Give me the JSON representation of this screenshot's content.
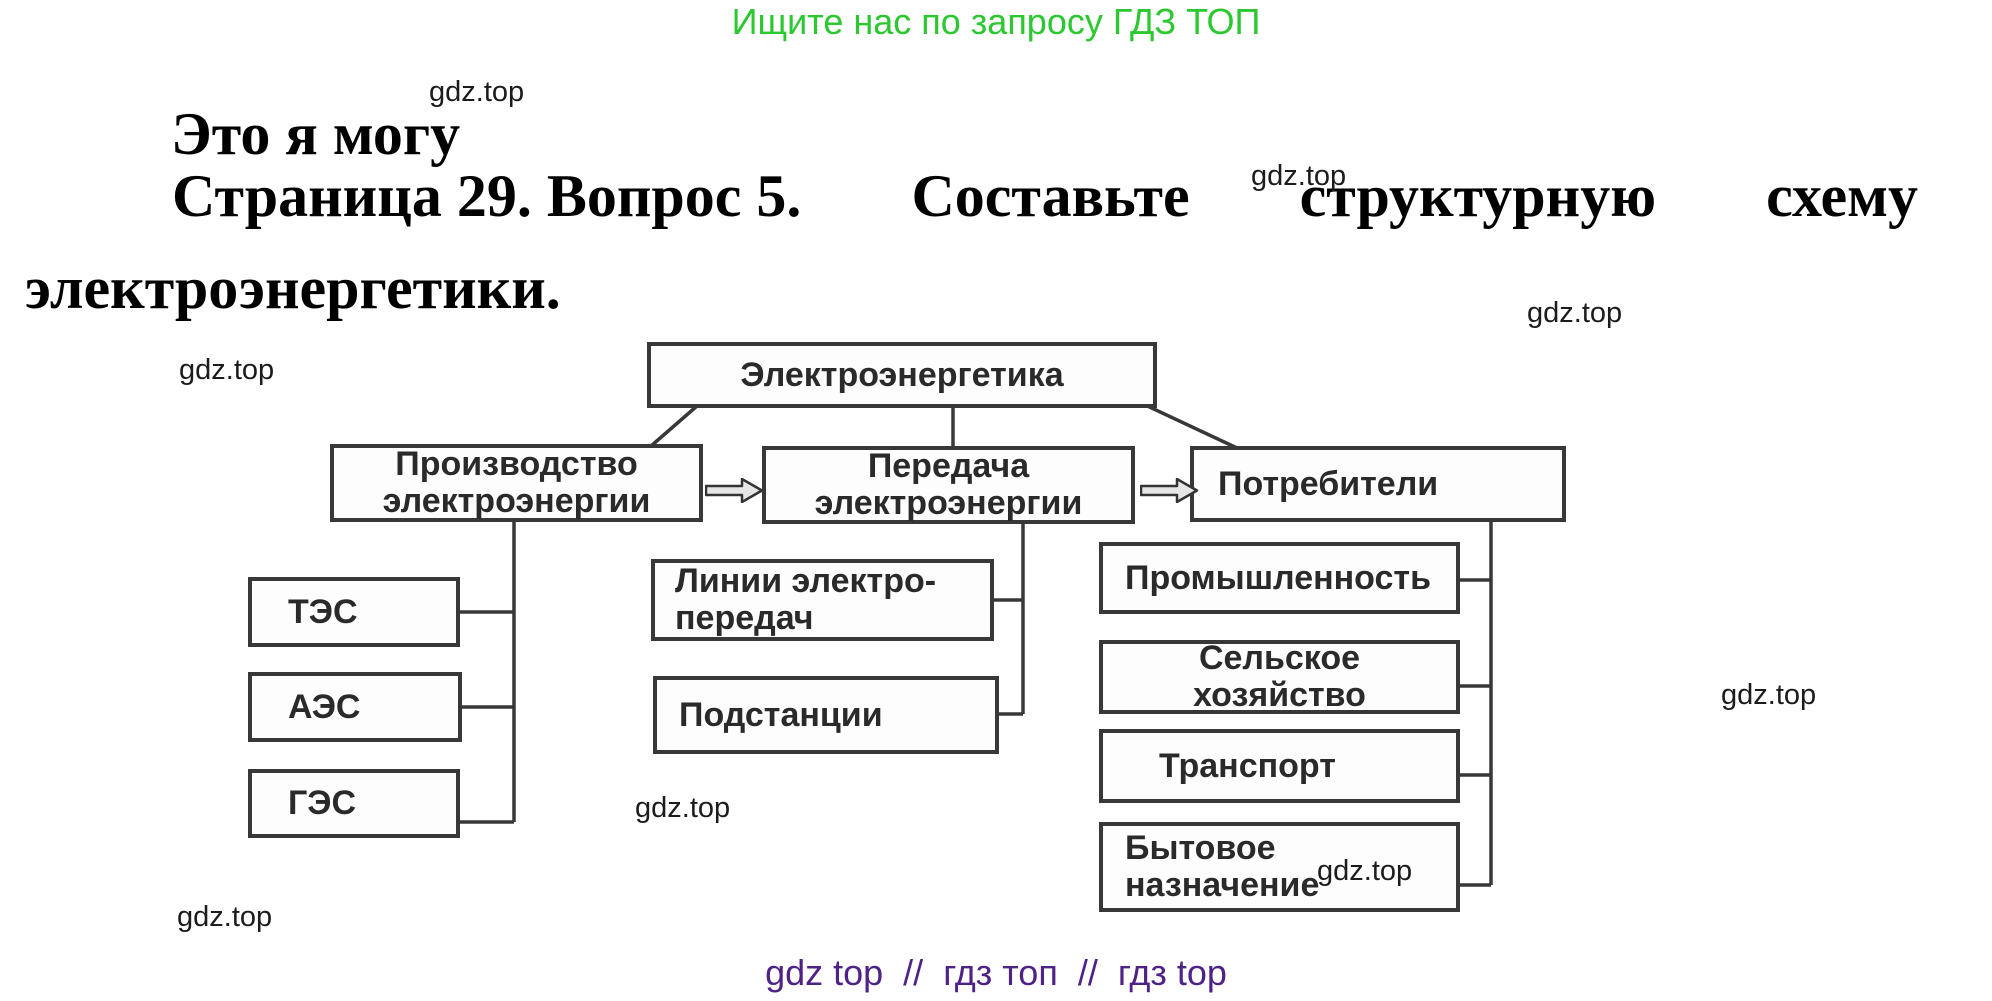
{
  "promo": {
    "text": "Ищите нас по запросу ГДЗ ТОП"
  },
  "watermark": {
    "text": "gdz.top"
  },
  "heading": {
    "text": "Это я могу"
  },
  "question": {
    "segments": [
      "Страница 29. Вопрос 5.",
      "Составьте",
      "структурную",
      "схему"
    ],
    "line2": "электроэнергетики."
  },
  "diagram": {
    "root": {
      "label": "Электроэнергетика"
    },
    "production": {
      "label": "Производство\nэлектроэнергии",
      "children": [
        {
          "label": "ТЭС"
        },
        {
          "label": "АЭС"
        },
        {
          "label": "ГЭС"
        }
      ]
    },
    "transmission": {
      "label": "Передача\nэлектроэнергии",
      "children": [
        {
          "label": "Линии электро-\nпередач"
        },
        {
          "label": "Подстанции"
        }
      ]
    },
    "consumers": {
      "label": "Потребители",
      "children": [
        {
          "label": "Промышленность"
        },
        {
          "label": "Сельское\nхозяйство"
        },
        {
          "label": "Транспорт"
        },
        {
          "label": "Бытовое\nназначение"
        }
      ]
    }
  },
  "footer": {
    "phrases": [
      "gdz top",
      "гдз топ",
      "гдз top"
    ],
    "separator": "//"
  },
  "colors": {
    "promo_green": "#2bc82f",
    "footer_purple": "#4e2286",
    "diagram_line": "#383838"
  }
}
